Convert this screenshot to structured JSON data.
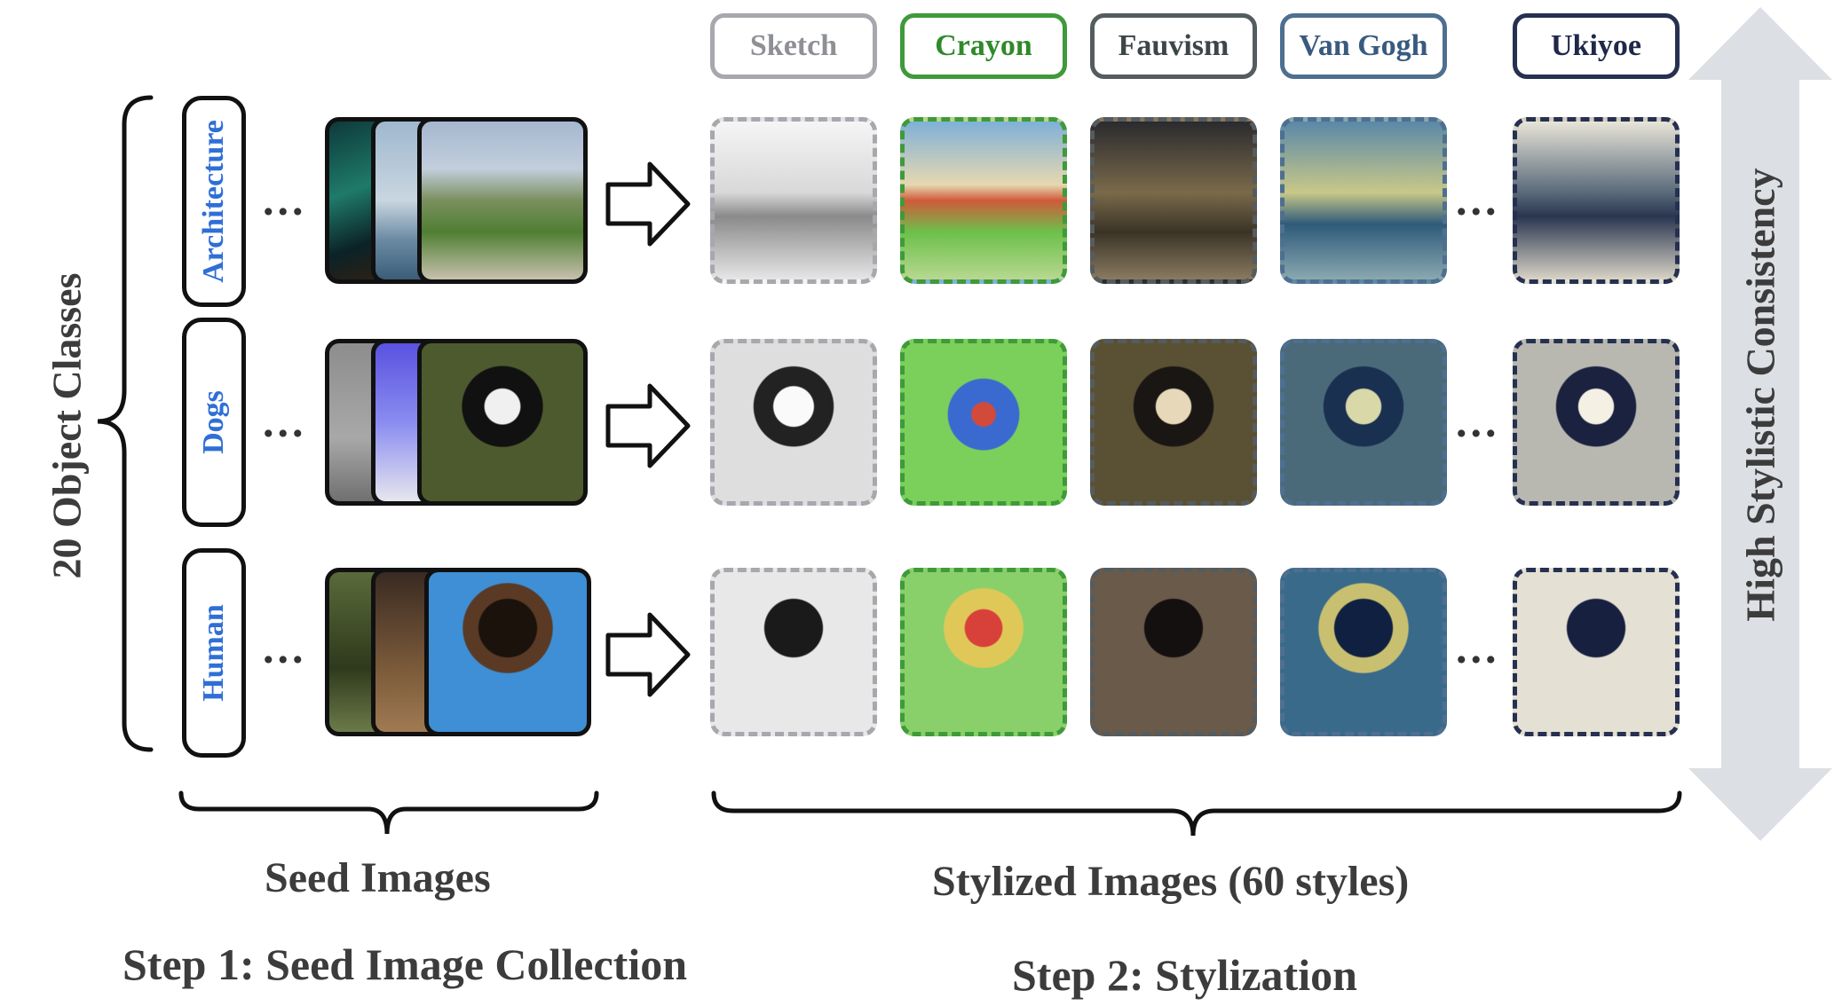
{
  "styles": [
    {
      "label": "Sketch",
      "color": "#a6a8ad",
      "text": "#8e9096"
    },
    {
      "label": "Crayon",
      "color": "#3f9a3a",
      "text": "#2f8a2a"
    },
    {
      "label": "Fauvism",
      "color": "#545c60",
      "text": "#3d4548"
    },
    {
      "label": "Van Gogh",
      "color": "#4e6f90",
      "text": "#385a7e"
    },
    {
      "label": "Ukiyoe",
      "color": "#263050",
      "text": "#1f2848"
    }
  ],
  "classes": [
    "Architecture",
    "Dogs",
    "Human"
  ],
  "left_title": "20 Object Classes",
  "right_title": "High Stylistic Consistency",
  "seed_caption": "Seed Images",
  "stylized_caption": "Stylized Images (60 styles)",
  "step1": "Step 1: Seed Image Collection",
  "step2": "Step 2: Stylization",
  "ellipsis": "..."
}
